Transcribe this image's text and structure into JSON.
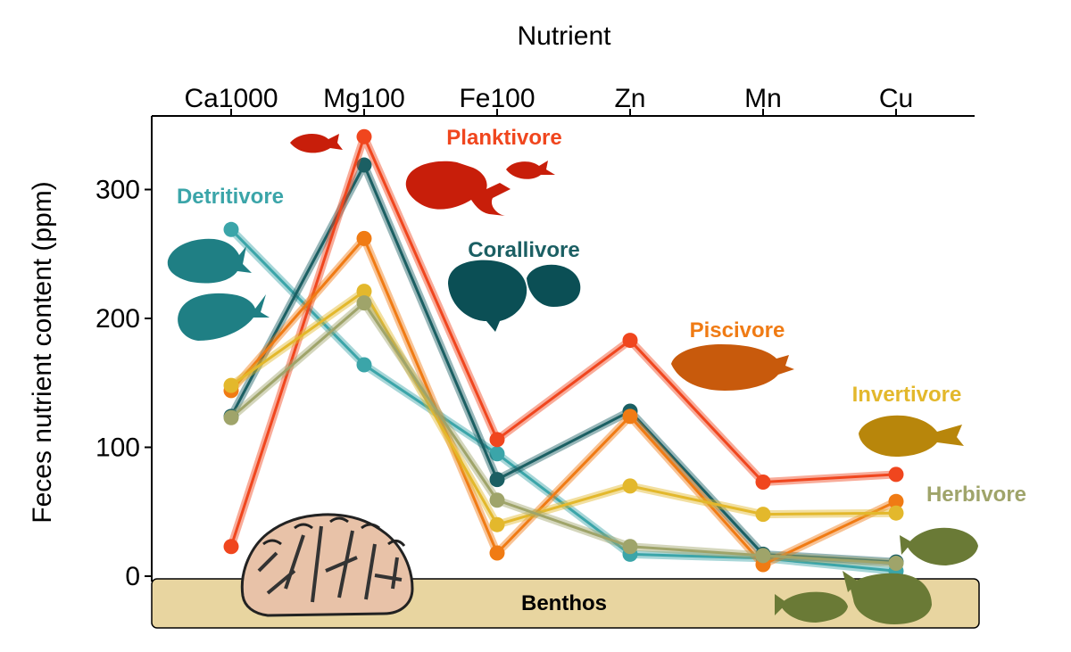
{
  "chart_data": {
    "type": "line",
    "title": "",
    "xlabel": "Nutrient",
    "ylabel": "Feces nutrient content (ppm)",
    "categories": [
      "Ca1000",
      "Mg100",
      "Fe100",
      "Zn",
      "Mn",
      "Cu"
    ],
    "ylim": [
      0,
      350
    ],
    "yticks": [
      0,
      100,
      200,
      300
    ],
    "ytick_labels": [
      "0",
      "100",
      "200",
      "300"
    ],
    "x_axis_position": "top",
    "grid": false,
    "series": [
      {
        "name": "Detritivore",
        "color": "#3ba5a9",
        "values": [
          269,
          164,
          95,
          17,
          14,
          4
        ]
      },
      {
        "name": "Corallivore",
        "color": "#1b5f63",
        "values": [
          124,
          319,
          75,
          128,
          17,
          11
        ]
      },
      {
        "name": "Planktivore",
        "color": "#f0461e",
        "values": [
          23,
          341,
          106,
          183,
          73,
          79
        ]
      },
      {
        "name": "Piscivore",
        "color": "#f07b14",
        "values": [
          144,
          262,
          18,
          124,
          9,
          58
        ]
      },
      {
        "name": "Invertivore",
        "color": "#e3b82c",
        "values": [
          148,
          221,
          40,
          70,
          48,
          49
        ]
      },
      {
        "name": "Herbivore",
        "color": "#9fa46a",
        "values": [
          123,
          212,
          59,
          23,
          16,
          10
        ]
      }
    ],
    "annotations": {
      "benthos": "Benthos"
    }
  },
  "icons": [
    "planktivore-fish-icon",
    "corallivore-fish-icon",
    "detritivore-fish-icon",
    "piscivore-fish-icon",
    "invertivore-fish-icon",
    "herbivore-fish-icon",
    "coral-icon"
  ]
}
